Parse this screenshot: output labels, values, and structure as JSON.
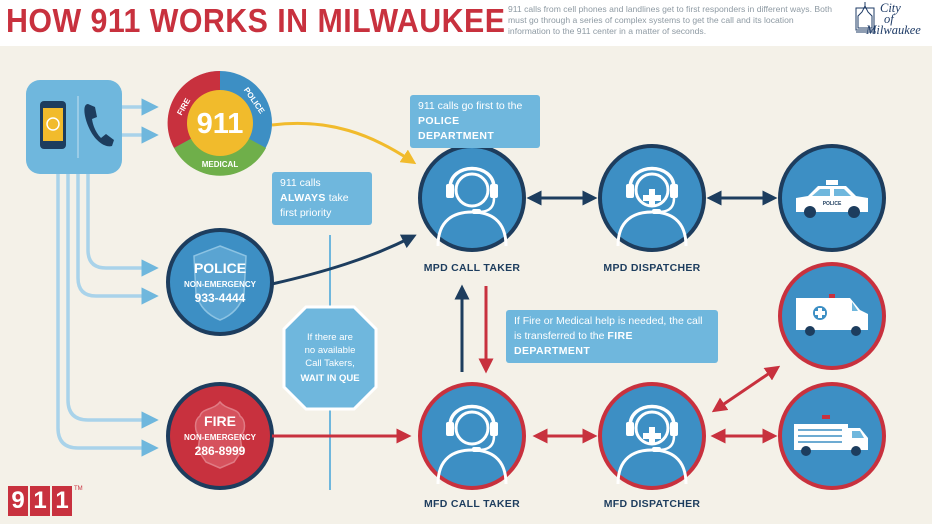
{
  "header": {
    "title": "HOW 911 WORKS IN MILWAUKEE",
    "subtitle": "911 calls from cell phones and landlines get to first responders in different ways. Both must go through a series of complex systems to get the call and its location information to the 911 center in a matter of seconds.",
    "city_logo": [
      "City",
      "of",
      "Milwaukee"
    ]
  },
  "emblem": {
    "number": "911",
    "segments": [
      "FIRE",
      "POLICE",
      "MEDICAL"
    ]
  },
  "police_nonemergency": {
    "name": "POLICE",
    "label": "NON-EMERGENCY",
    "number": "933-4444"
  },
  "fire_nonemergency": {
    "name": "FIRE",
    "label": "NON-EMERGENCY",
    "number": "286-8999"
  },
  "callouts": {
    "police_first_pre": "911 calls go first to the",
    "police_first_bold": "POLICE DEPARTMENT",
    "priority_pre": "911 calls",
    "priority_bold": "ALWAYS",
    "priority_post": "take first priority",
    "transfer_pre": "If Fire or Medical help is needed, the call is transferred to the",
    "transfer_bold": "FIRE DEPARTMENT"
  },
  "wait_sign": {
    "lines": [
      "If there are",
      "no available",
      "Call Takers,"
    ],
    "bold": "WAIT IN QUE"
  },
  "nodes": {
    "mpd_call_taker": "MPD CALL TAKER",
    "mpd_dispatcher": "MPD DISPATCHER",
    "mfd_call_taker": "MFD CALL TAKER",
    "mfd_dispatcher": "MFD DISPATCHER"
  },
  "vehicles": {
    "police_car_text": "POLICE"
  },
  "footer_logo": [
    "9",
    "1",
    "1"
  ],
  "footer_tm": "TM",
  "colors": {
    "red": "#c8313e",
    "navy": "#1d3d5e",
    "light_blue": "#6fb7dd",
    "circle_blue": "#3d8fc4",
    "yellow": "#f1bb2c",
    "background": "#f4f1e8"
  }
}
